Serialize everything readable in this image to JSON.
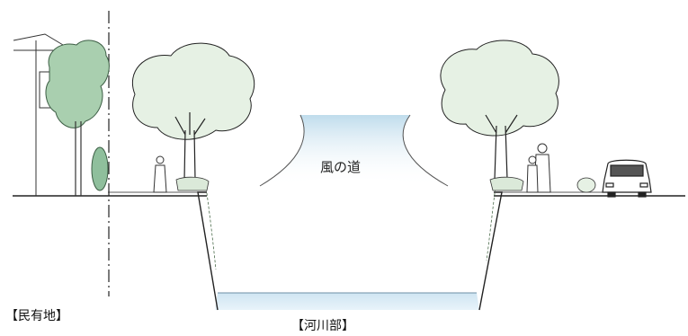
{
  "labels": {
    "private_land": "【民有地】",
    "river_area": "【河川部】",
    "wind_path": "風の道"
  },
  "colors": {
    "sky_blue": "#d7eaf4",
    "water_blue": "#c9e2f1",
    "tree_green": "#e6f1e4",
    "tree_dark_green": "#8fbf9c",
    "line": "#222222"
  }
}
